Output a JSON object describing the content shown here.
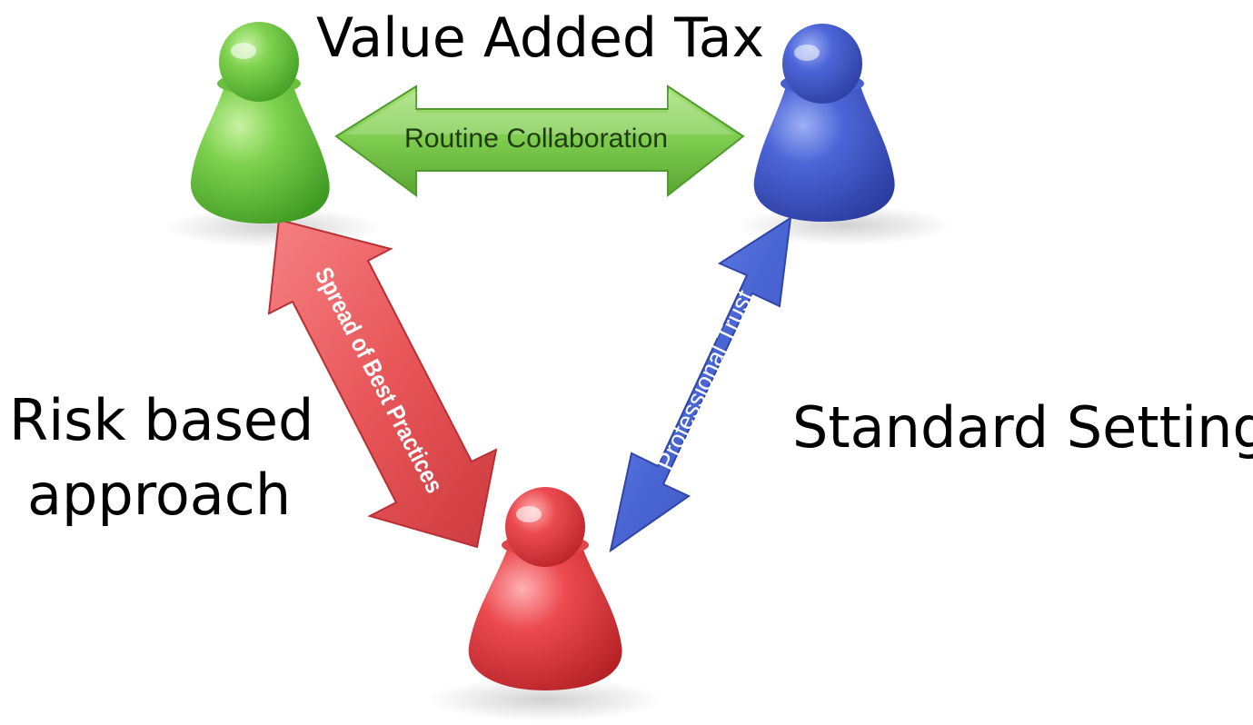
{
  "labels": {
    "top": "Value Added Tax",
    "left_line1": "Risk based",
    "left_line2": "approach",
    "right": "Standard Setting"
  },
  "arrows": {
    "top": "Routine Collaboration",
    "left": "Spread of Best Practices",
    "right": "Professional Trust"
  },
  "colors": {
    "green": "#7ccb4e",
    "blue": "#4a66d4",
    "red": "#e85659"
  }
}
